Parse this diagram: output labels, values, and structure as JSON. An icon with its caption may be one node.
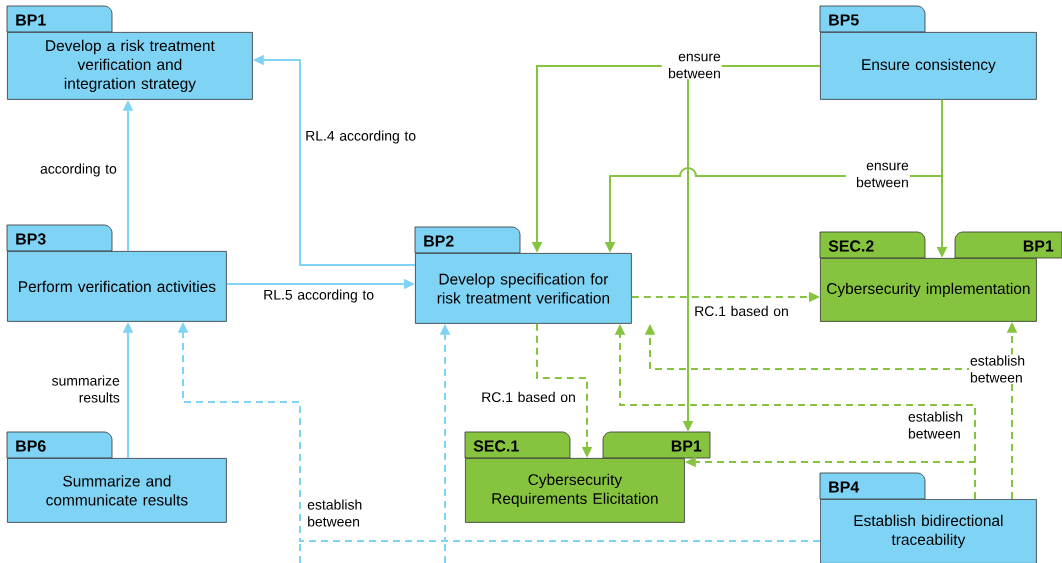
{
  "diagram": {
    "nodes": [
      {
        "text": [
          "BP1",
          "Develop a risk treatment verification and integration strategy"
        ]
      },
      {
        "text": [
          "BP3",
          "Perform verification activities"
        ]
      },
      {
        "text": [
          "BP6",
          "Summarize and communicate results"
        ]
      },
      {
        "text": [
          "BP2",
          "Develop specification for risk treatment verification"
        ]
      },
      {
        "text": [
          "BP5",
          "Ensure consistency"
        ]
      },
      {
        "text": [
          "SEC.2",
          "BP1",
          "Cybersecurity implementation"
        ]
      },
      {
        "text": [
          "SEC.1",
          "BP1",
          "Cybersecurity Requirements Elicitation"
        ]
      },
      {
        "text": [
          "BP4",
          "Establish bidirectional traceability"
        ]
      }
    ],
    "edges": [
      {
        "from": 1,
        "to": 0,
        "arrow": "to",
        "label": "according to",
        "color": "#7fd3f5"
      },
      {
        "from": 3,
        "to": 0,
        "arrow": "to",
        "label": "RL.4 according to",
        "color": "#7fd3f5"
      },
      {
        "from": 1,
        "to": 3,
        "arrow": "to",
        "label": "RL.5 according to",
        "color": "#7fd3f5"
      },
      {
        "from": 2,
        "to": 1,
        "arrow": "to",
        "label": "summarize results",
        "color": "#7fd3f5"
      },
      {
        "from": 7,
        "to": 1,
        "arrow": "to",
        "label": "establish between",
        "style": "dashed",
        "color": "#7fd3f5"
      },
      {
        "from": 7,
        "to": 3,
        "arrow": "to",
        "style": "dashed",
        "color": "#7fd3f5"
      },
      {
        "from": 4,
        "to": 3,
        "arrow": "to",
        "label": "ensure between"
      },
      {
        "from": 4,
        "to": 6,
        "arrow": "to"
      },
      {
        "from": 4,
        "to": 5,
        "arrow": "to"
      },
      {
        "from": 4,
        "to": 3,
        "arrow": "to",
        "label": "ensure between"
      },
      {
        "from": 3,
        "to": 5,
        "arrow": "to",
        "label": "RC.1 based on",
        "style": "dashed"
      },
      {
        "from": 3,
        "to": 6,
        "arrow": "to",
        "label": "RC.1 based on",
        "style": "dashed"
      },
      {
        "from": 7,
        "to": 5,
        "arrow": "to",
        "label": "establish between",
        "style": "dashed"
      },
      {
        "from": 7,
        "to": 3,
        "arrow": "to",
        "style": "dashed"
      },
      {
        "from": 7,
        "to": 6,
        "arrow": "to",
        "style": "dashed"
      },
      {
        "from": 7,
        "to": 3,
        "arrow": "to",
        "label": "establish between",
        "style": "dashed"
      }
    ]
  }
}
